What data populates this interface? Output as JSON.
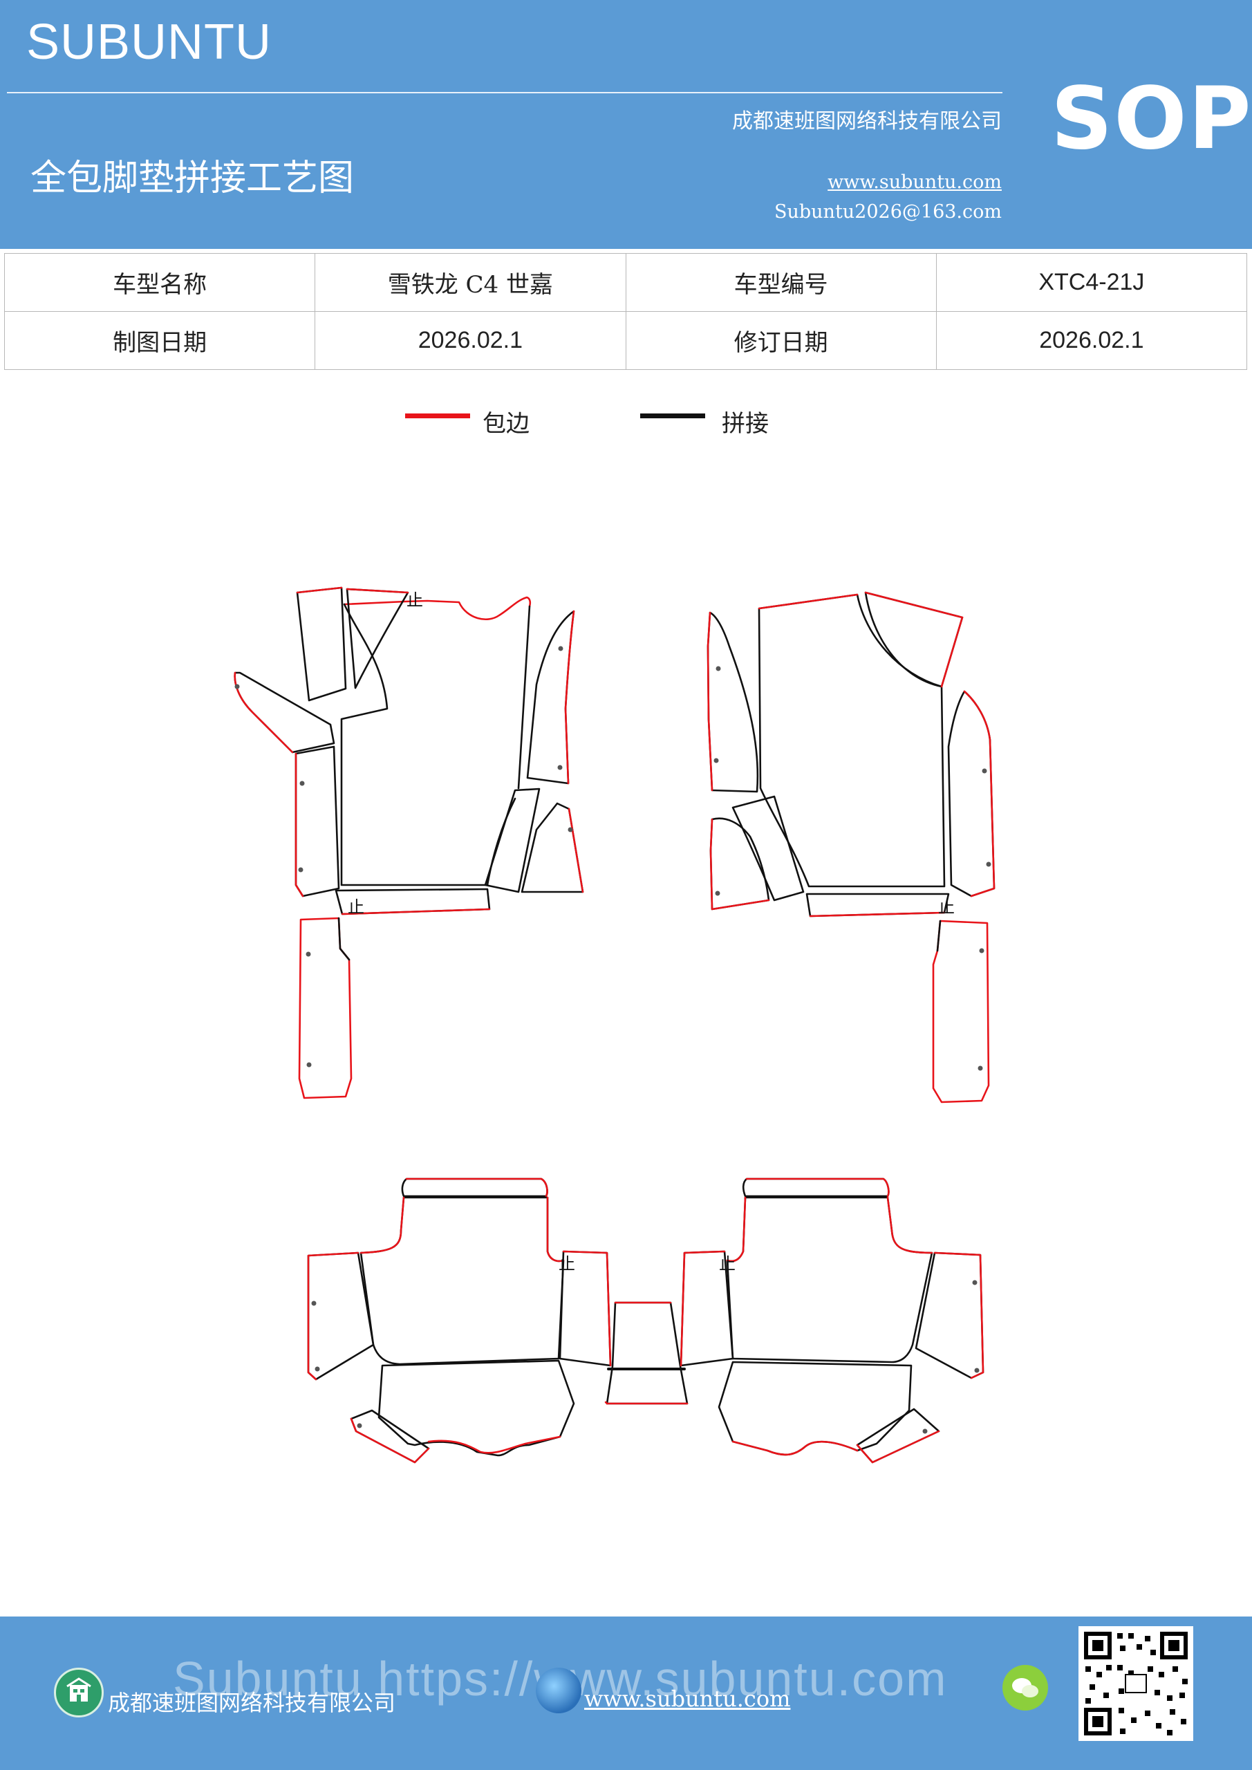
{
  "header": {
    "brand": "SUBUNTU",
    "company": "成都速班图网络科技有限公司",
    "sop": "SOP",
    "title": "全包脚垫拼接工艺图",
    "website": "www.subuntu.com",
    "email": "Subuntu2026@163.com"
  },
  "info": {
    "model_name_label": "车型名称",
    "model_name_value": "雪铁龙 C4 世嘉",
    "model_code_label": "车型编号",
    "model_code_value": "XTC4-21J",
    "draw_date_label": "制图日期",
    "draw_date_value": "2026.02.1",
    "revise_date_label": "修订日期",
    "revise_date_value": "2026.02.1"
  },
  "legend": {
    "edge_label": "包边",
    "edge_color": "#e8141a",
    "joint_label": "拼接",
    "joint_color": "#111111"
  },
  "diagram": {
    "stop_mark": "止"
  },
  "footer": {
    "company": "成都速班图网络科技有限公司",
    "website": "www.subuntu.com",
    "watermark": "Subuntu https://www.subuntu.com",
    "icons": [
      "building-icon",
      "globe-icon",
      "chat-icon",
      "qr-code"
    ]
  }
}
